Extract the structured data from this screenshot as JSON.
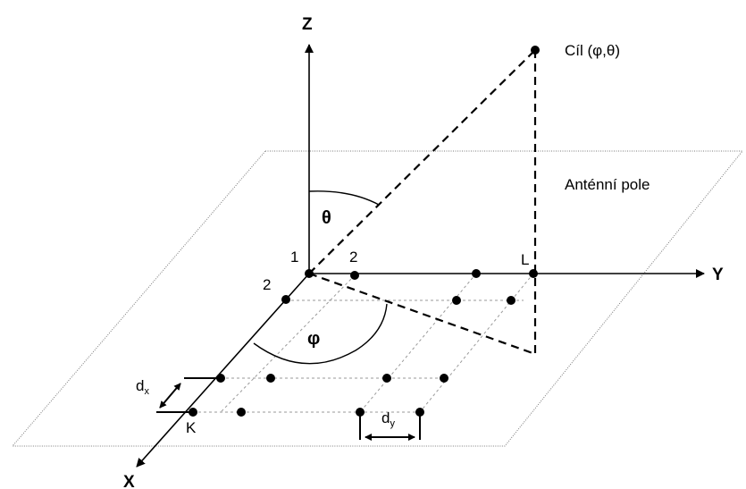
{
  "colors": {
    "stroke": "#000000",
    "plane": "#7a7a7a",
    "grid": "#9a9a9a",
    "background": "#ffffff"
  },
  "axes": {
    "z": "Z",
    "y": "Y",
    "x": "X"
  },
  "target": {
    "label": "Cíl (φ,θ)"
  },
  "plane": {
    "label": "Anténní pole"
  },
  "angles": {
    "theta": "θ",
    "phi": "φ"
  },
  "indices": {
    "origin": "1",
    "y_second": "2",
    "x_second": "2",
    "y_last": "L",
    "x_last": "K"
  },
  "spacing": {
    "dx_base": "d",
    "dx_sub": "x",
    "dy_base": "d",
    "dy_sub": "y"
  }
}
